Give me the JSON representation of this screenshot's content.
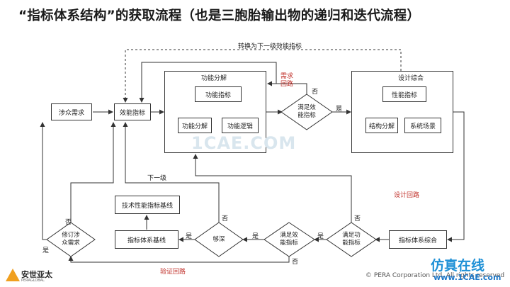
{
  "title": "“指标体系结构”的获取流程（也是三胞胎输出物的递归和迭代流程）",
  "nodes": {
    "stakeholder_needs": "涉众需求",
    "effectiveness_indicators": "效能指标",
    "function_indicators": "功能指标",
    "function_decomposition": "功能分解",
    "function_logic": "功能逻辑",
    "performance_indicators": "性能指标",
    "structure_decomposition": "结构分解",
    "system_scenarios": "系统场景",
    "tech_performance_baseline": "技术性能指标基线",
    "indicator_system_baseline": "指标体系基线",
    "indicator_system_synthesis": "指标体系综合"
  },
  "groups": {
    "function_decomposition_title": "功能分解",
    "design_synthesis_title": "设计综合"
  },
  "decisions": {
    "satisfy_effectiveness_top": "满足效\n能指标",
    "satisfy_function": "满足功\n能指标",
    "satisfy_effectiveness_bottom": "满足效\n能指标",
    "deep_enough": "够深",
    "revise_needs": "修订涉\n众需求"
  },
  "labels": {
    "convert_to_next_level": "转换为下一级效能指标",
    "requirement_loop": "需求\n回路",
    "design_loop": "设计回路",
    "verification_loop": "验证回路",
    "next_level": "下一级",
    "yes": "是",
    "no": "否"
  },
  "watermark": "1CAE.COM",
  "footer": {
    "logo_text": "安世亚太",
    "logo_sub": "PERAGLOBAL",
    "copyright": "© PERA Corporation Ltd. All rights reserved",
    "brand": "仿真在线",
    "brand_url": "www.1CAE.com"
  },
  "colors": {
    "accent_red": "#c0302a",
    "line": "#333333",
    "brand_blue": "#1e90d6"
  }
}
